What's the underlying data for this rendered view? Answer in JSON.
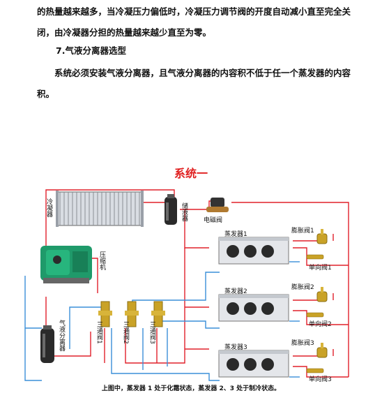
{
  "text": {
    "paragraph1": "的热量越来越多，当冷凝压力偏低时，冷凝压力调节阀的开度自动减小直至完全关闭，由冷凝器分担的热量越来越少直至为零。",
    "heading7": "7.气液分离器选型",
    "paragraph2": "系统必须安装气液分离器，且气液分离器的内容积不低于任一个蒸发器的内容积。"
  },
  "diagram": {
    "title": "系统一",
    "condenser_label": "冷凝器",
    "receiver_label": "储液器",
    "solenoid_label": "电磁阀",
    "compressor_label": "压缩机",
    "separator_label": "气液分离器",
    "three_way_valves": [
      "三通阀1",
      "三通阀2",
      "三通阀3"
    ],
    "evaporators": [
      "蒸发器1",
      "蒸发器2",
      "蒸发器3"
    ],
    "expansion_valves": [
      "膨胀阀1",
      "膨胀阀2",
      "膨胀阀3"
    ],
    "check_valves": [
      "单向阀1",
      "单向阀2",
      "单向阀3"
    ],
    "caption": "上图中，蒸发器 1 处于化霜状态，蒸发器 2、3 处于制冷状态。",
    "colors": {
      "hot_line": "#e0202a",
      "cold_line": "#3a8fd8",
      "title": "#e02020"
    }
  }
}
